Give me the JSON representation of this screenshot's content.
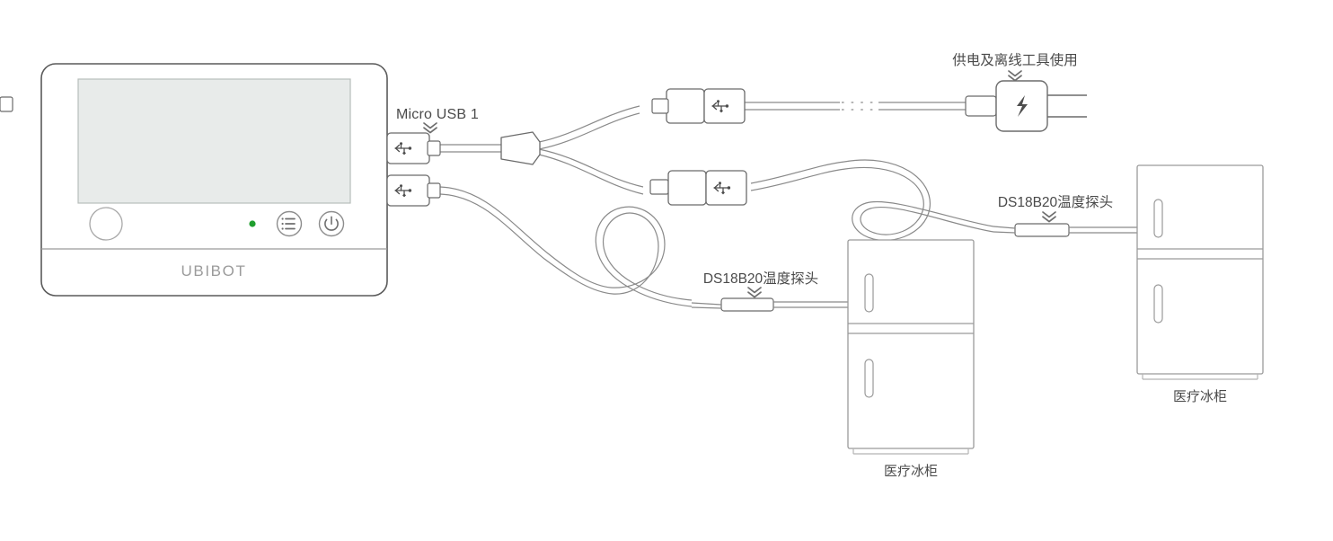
{
  "diagram": {
    "title_present": false,
    "background": "#ffffff",
    "line_color": "#6b6b6b",
    "label_color": "#4a4a4a",
    "screen_fill": "#e8ebea",
    "led_color": "#1f9e2e"
  },
  "device": {
    "brand": "UBIBOT",
    "screen_label": "",
    "indicator_name": "status-led",
    "buttons": [
      {
        "name": "round-button",
        "label": ""
      },
      {
        "name": "menu-button",
        "label": ""
      },
      {
        "name": "power-button",
        "label": ""
      }
    ],
    "ports": [
      {
        "name": "micro-usb-port-1",
        "icon": "usb-icon"
      },
      {
        "name": "micro-usb-port-2",
        "icon": "usb-icon"
      }
    ]
  },
  "labels": {
    "micro_usb_1": "Micro USB 1",
    "power_adapter": "供电及离线工具使用",
    "probe_lower": "DS18B20温度探头",
    "probe_upper": "DS18B20温度探头",
    "fridge_lower": "医疗冰柜",
    "fridge_upper": "医疗冰柜"
  },
  "components": {
    "splitter": {
      "name": "y-splitter",
      "type": "cable-splitter"
    },
    "usb_pair_top": {
      "name": "usb-connector-pair-top",
      "icon": "usb-icon"
    },
    "usb_pair_bottom": {
      "name": "usb-connector-pair-bottom",
      "icon": "usb-icon"
    },
    "power_adapter": {
      "name": "power-adapter",
      "icon": "lightning-bolt-icon",
      "prongs": 2
    },
    "cable_break": {
      "name": "cable-break-dashes",
      "dash_count": 4
    },
    "coil_left": {
      "name": "cable-coil-left"
    },
    "coil_right": {
      "name": "cable-coil-right"
    },
    "probe_lower": {
      "name": "ds18b20-probe-lower"
    },
    "probe_upper": {
      "name": "ds18b20-probe-upper"
    },
    "fridge_lower": {
      "name": "medical-fridge-lower",
      "doors": 2,
      "handles": 2
    },
    "fridge_upper": {
      "name": "medical-fridge-upper",
      "doors": 2,
      "handles": 2
    }
  }
}
